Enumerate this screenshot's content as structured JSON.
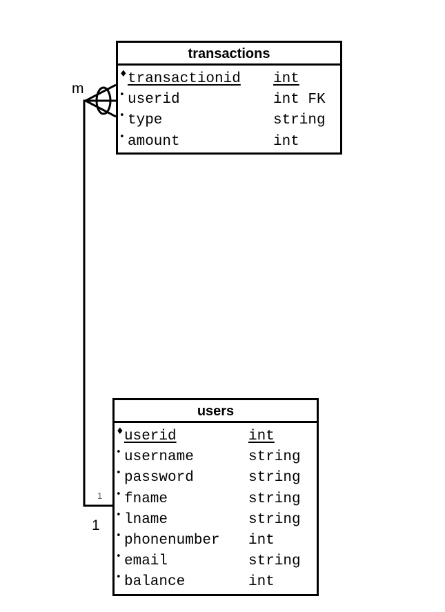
{
  "entities": {
    "transactions": {
      "title": "transactions",
      "attributes": [
        {
          "name": "transactionid",
          "type": "int",
          "pk": true,
          "marker": "♦"
        },
        {
          "name": "userid",
          "type": "int FK",
          "pk": false,
          "marker": "•"
        },
        {
          "name": "type",
          "type": "string",
          "pk": false,
          "marker": "•"
        },
        {
          "name": "amount",
          "type": "int",
          "pk": false,
          "marker": "•"
        }
      ]
    },
    "users": {
      "title": "users",
      "attributes": [
        {
          "name": "userid",
          "type": "int",
          "pk": true,
          "marker": "♦"
        },
        {
          "name": "username",
          "type": "string",
          "pk": false,
          "marker": "•"
        },
        {
          "name": "password",
          "type": "string",
          "pk": false,
          "marker": "•"
        },
        {
          "name": "fname",
          "type": "string",
          "pk": false,
          "marker": "•"
        },
        {
          "name": "lname",
          "type": "string",
          "pk": false,
          "marker": "•"
        },
        {
          "name": "phonenumber",
          "type": "int",
          "pk": false,
          "marker": "•"
        },
        {
          "name": "email",
          "type": "string",
          "pk": false,
          "marker": "•"
        },
        {
          "name": "balance",
          "type": "int",
          "pk": false,
          "marker": "•"
        }
      ]
    }
  },
  "relationship": {
    "many_label": "m",
    "one_label": "1",
    "one_small_label": "1"
  }
}
